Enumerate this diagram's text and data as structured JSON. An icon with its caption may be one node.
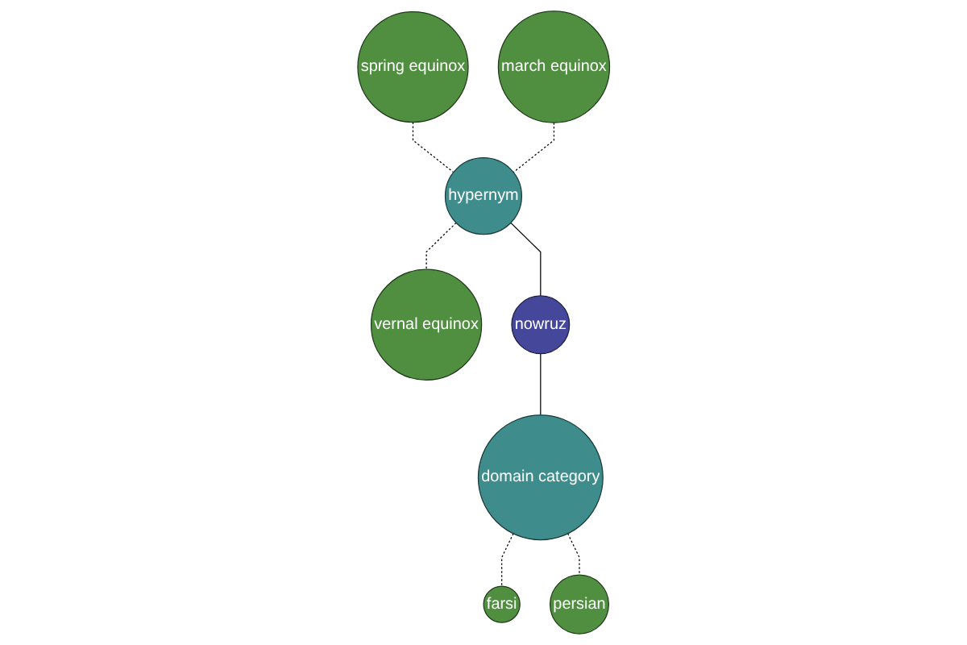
{
  "diagram": {
    "nodes": [
      {
        "text": [
          "spring equinox"
        ]
      },
      {
        "text": [
          "march equinox"
        ]
      },
      {
        "text": [
          "hypernym"
        ]
      },
      {
        "text": [
          "vernal equinox"
        ]
      },
      {
        "text": [
          "nowruz"
        ]
      },
      {
        "text": [
          "domain category"
        ]
      },
      {
        "text": [
          "farsi"
        ]
      },
      {
        "text": [
          "persian"
        ]
      }
    ],
    "edges": [
      {
        "from": 0,
        "to": 2,
        "arrow": "none",
        "style": "dashed"
      },
      {
        "from": 1,
        "to": 2,
        "arrow": "none",
        "style": "dashed"
      },
      {
        "from": 2,
        "to": 3,
        "arrow": "none",
        "style": "dashed"
      },
      {
        "from": 2,
        "to": 4,
        "arrow": "none"
      },
      {
        "from": 4,
        "to": 5,
        "arrow": "none"
      },
      {
        "from": 5,
        "to": 6,
        "arrow": "none",
        "style": "dashed"
      },
      {
        "from": 5,
        "to": 7,
        "arrow": "none",
        "style": "dashed"
      }
    ]
  }
}
